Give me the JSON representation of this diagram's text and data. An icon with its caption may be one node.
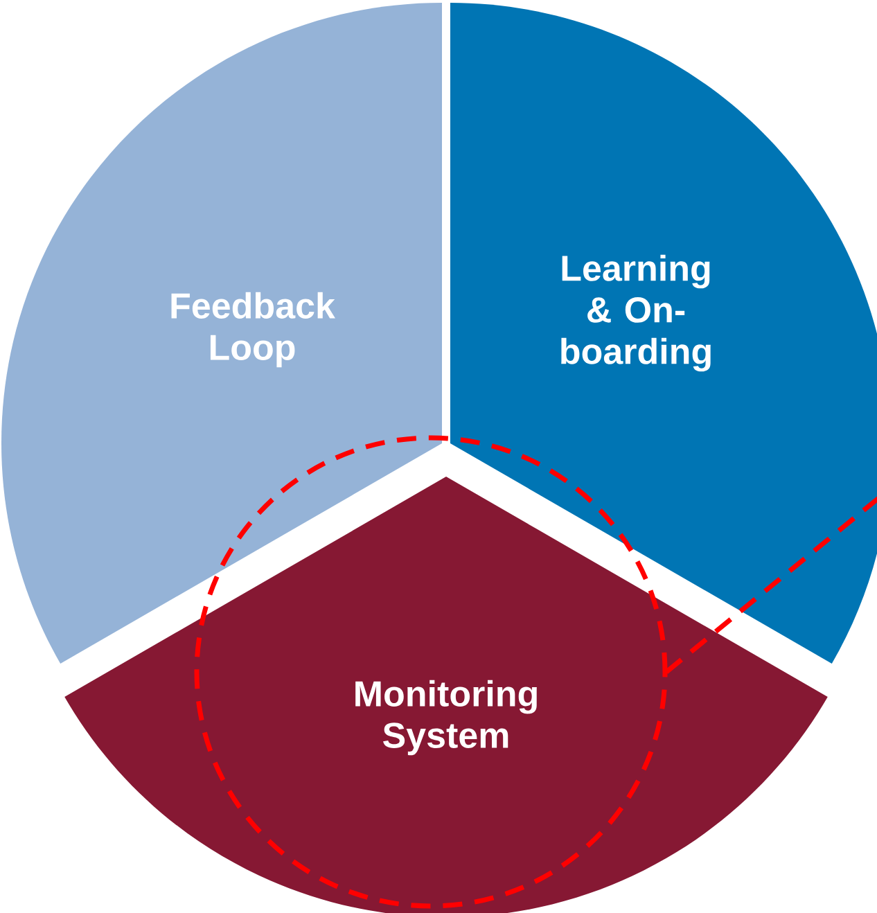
{
  "diagram": {
    "nodes": [
      {
        "text": [
          "Feedback Loop"
        ]
      },
      {
        "text": [
          "Learning & On-boarding"
        ]
      },
      {
        "text": [
          "Monitoring System"
        ]
      }
    ]
  }
}
